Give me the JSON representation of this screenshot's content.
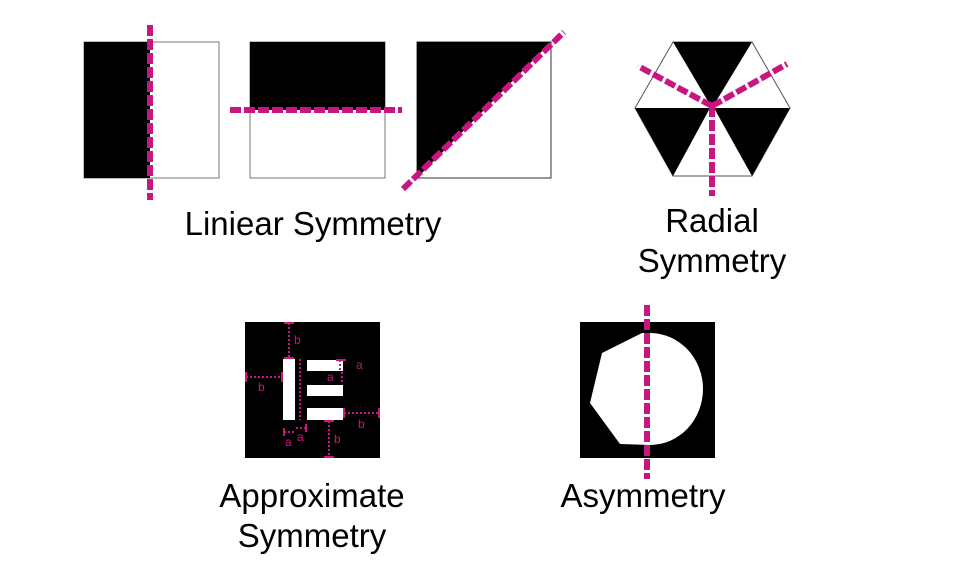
{
  "colors": {
    "accent": "#c8157f",
    "fill": "#000000",
    "background": "#ffffff"
  },
  "labels": {
    "linear": "Liniear Symmetry",
    "radial_1": "Radial",
    "radial_2": "Symmetry",
    "approx_1": "Approximate",
    "approx_2": "Symmetry",
    "asym": "Asymmetry"
  },
  "annotations": {
    "a": "a",
    "b": "b"
  }
}
